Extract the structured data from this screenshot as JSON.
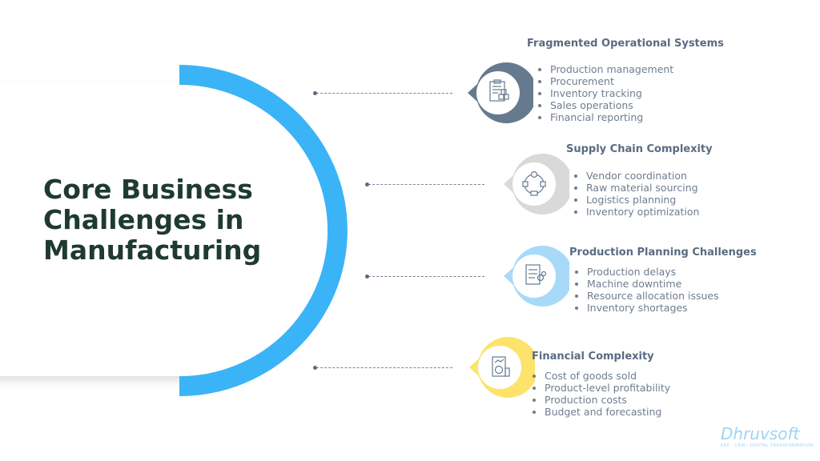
{
  "title": "Core Business Challenges in Manufacturing",
  "title_lines": [
    "Core Business",
    "Challenges in",
    "Manufacturing"
  ],
  "colors": {
    "arc": "#3ab4f7",
    "title": "#1f3a2e",
    "heading": "#5a6b80"
  },
  "sections": [
    {
      "heading": "Fragmented Operational Systems",
      "icon": "clipboard-boxes-icon",
      "ring": "#667a8f",
      "items": [
        "Production management",
        "Procurement",
        "Inventory tracking",
        "Sales operations",
        "Financial reporting"
      ]
    },
    {
      "heading": "Supply Chain Complexity",
      "icon": "supply-cycle-icon",
      "ring": "#d9d9d9",
      "items": [
        "Vendor coordination",
        "Raw material sourcing",
        "Logistics planning",
        "Inventory optimization"
      ]
    },
    {
      "heading": "Production Planning Challenges",
      "icon": "checklist-gears-icon",
      "ring": "#a9d9f9",
      "items": [
        "Production delays",
        "Machine downtime",
        "Resource allocation issues",
        "Inventory shortages"
      ]
    },
    {
      "heading": "Financial Complexity",
      "icon": "finance-report-icon",
      "ring": "#fde36b",
      "items": [
        "Cost of goods sold",
        "Product-level profitability",
        "Production costs",
        "Budget and forecasting"
      ]
    }
  ],
  "logo": {
    "name": "Dhruvsoft",
    "tagline": "ERP - CRM - DIGITAL TRANSFORMATION"
  }
}
